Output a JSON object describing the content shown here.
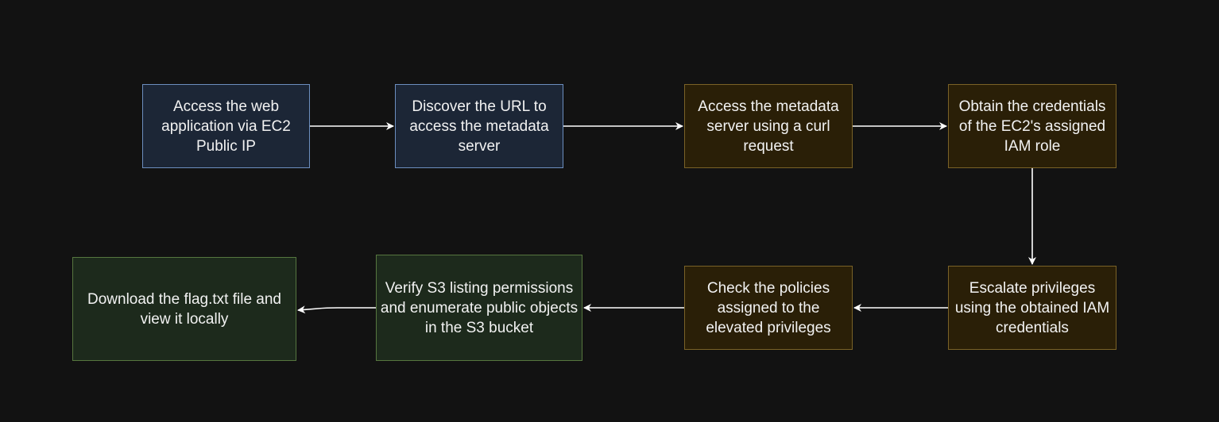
{
  "diagram": {
    "colors": {
      "background": "#121212",
      "edge": "#ffffff",
      "blue_fill": "#1c2636",
      "blue_stroke": "#6c8ebf",
      "yellow_fill": "#2a1f07",
      "yellow_stroke": "#7a6227",
      "green_fill": "#1d2a1c",
      "green_stroke": "#56763f"
    },
    "nodes": [
      {
        "id": "n1",
        "label": "Access the web application via EC2 Public IP"
      },
      {
        "id": "n2",
        "label": "Discover the URL to access the metadata server"
      },
      {
        "id": "n3",
        "label": "Access the metadata server using a curl request"
      },
      {
        "id": "n4",
        "label": "Obtain the credentials of the EC2's assigned IAM role"
      },
      {
        "id": "n5",
        "label": "Escalate privileges using the obtained IAM credentials"
      },
      {
        "id": "n6",
        "label": "Check the policies assigned to the elevated privileges"
      },
      {
        "id": "n7",
        "label": "Verify S3 listing permissions and enumerate public objects in the S3 bucket"
      },
      {
        "id": "n8",
        "label": "Download the flag.txt file and view it locally"
      }
    ],
    "edges": [
      {
        "from": "n1",
        "to": "n2"
      },
      {
        "from": "n2",
        "to": "n3"
      },
      {
        "from": "n3",
        "to": "n4"
      },
      {
        "from": "n4",
        "to": "n5"
      },
      {
        "from": "n5",
        "to": "n6"
      },
      {
        "from": "n6",
        "to": "n7"
      },
      {
        "from": "n7",
        "to": "n8"
      }
    ]
  }
}
